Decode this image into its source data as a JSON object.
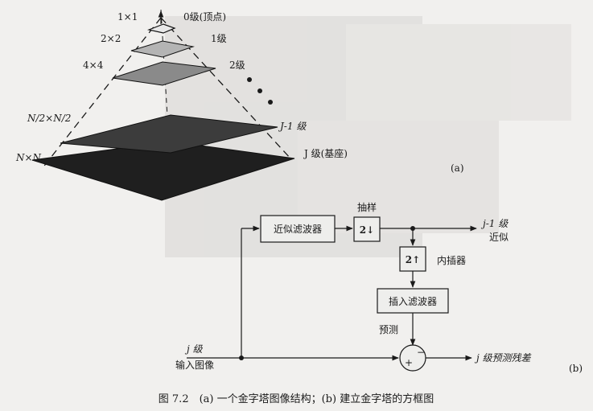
{
  "pyramid": {
    "sizes": {
      "l0": "1×1",
      "l1": "2×2",
      "l2": "4×4",
      "ln2": "N/2×N/2",
      "ln": "N×N"
    },
    "levels": {
      "l0": "0级(顶点)",
      "l1": "1级",
      "l2": "2级",
      "jm1": "J-1 级",
      "j": "J 级(基座)"
    },
    "panel_tag": "(a)"
  },
  "block_diagram": {
    "approx_filter": "近似滤波器",
    "downsample_label": "抽样",
    "downsample_box": "2↓",
    "output_top_line1": "j-1 级",
    "output_top_line2": "近似",
    "upsample_box": "2↑",
    "interp_label": "内插器",
    "interp_filter": "插入滤波器",
    "prediction": "预测",
    "input_line1": "j 级",
    "input_line2": "输入图像",
    "sum_plus": "+",
    "sum_minus": "−",
    "output_bottom": "j 级预测残差",
    "panel_tag": "(b)"
  },
  "caption": "图 7.2　(a) 一个金字塔图像结构；(b) 建立金字塔的方框图"
}
